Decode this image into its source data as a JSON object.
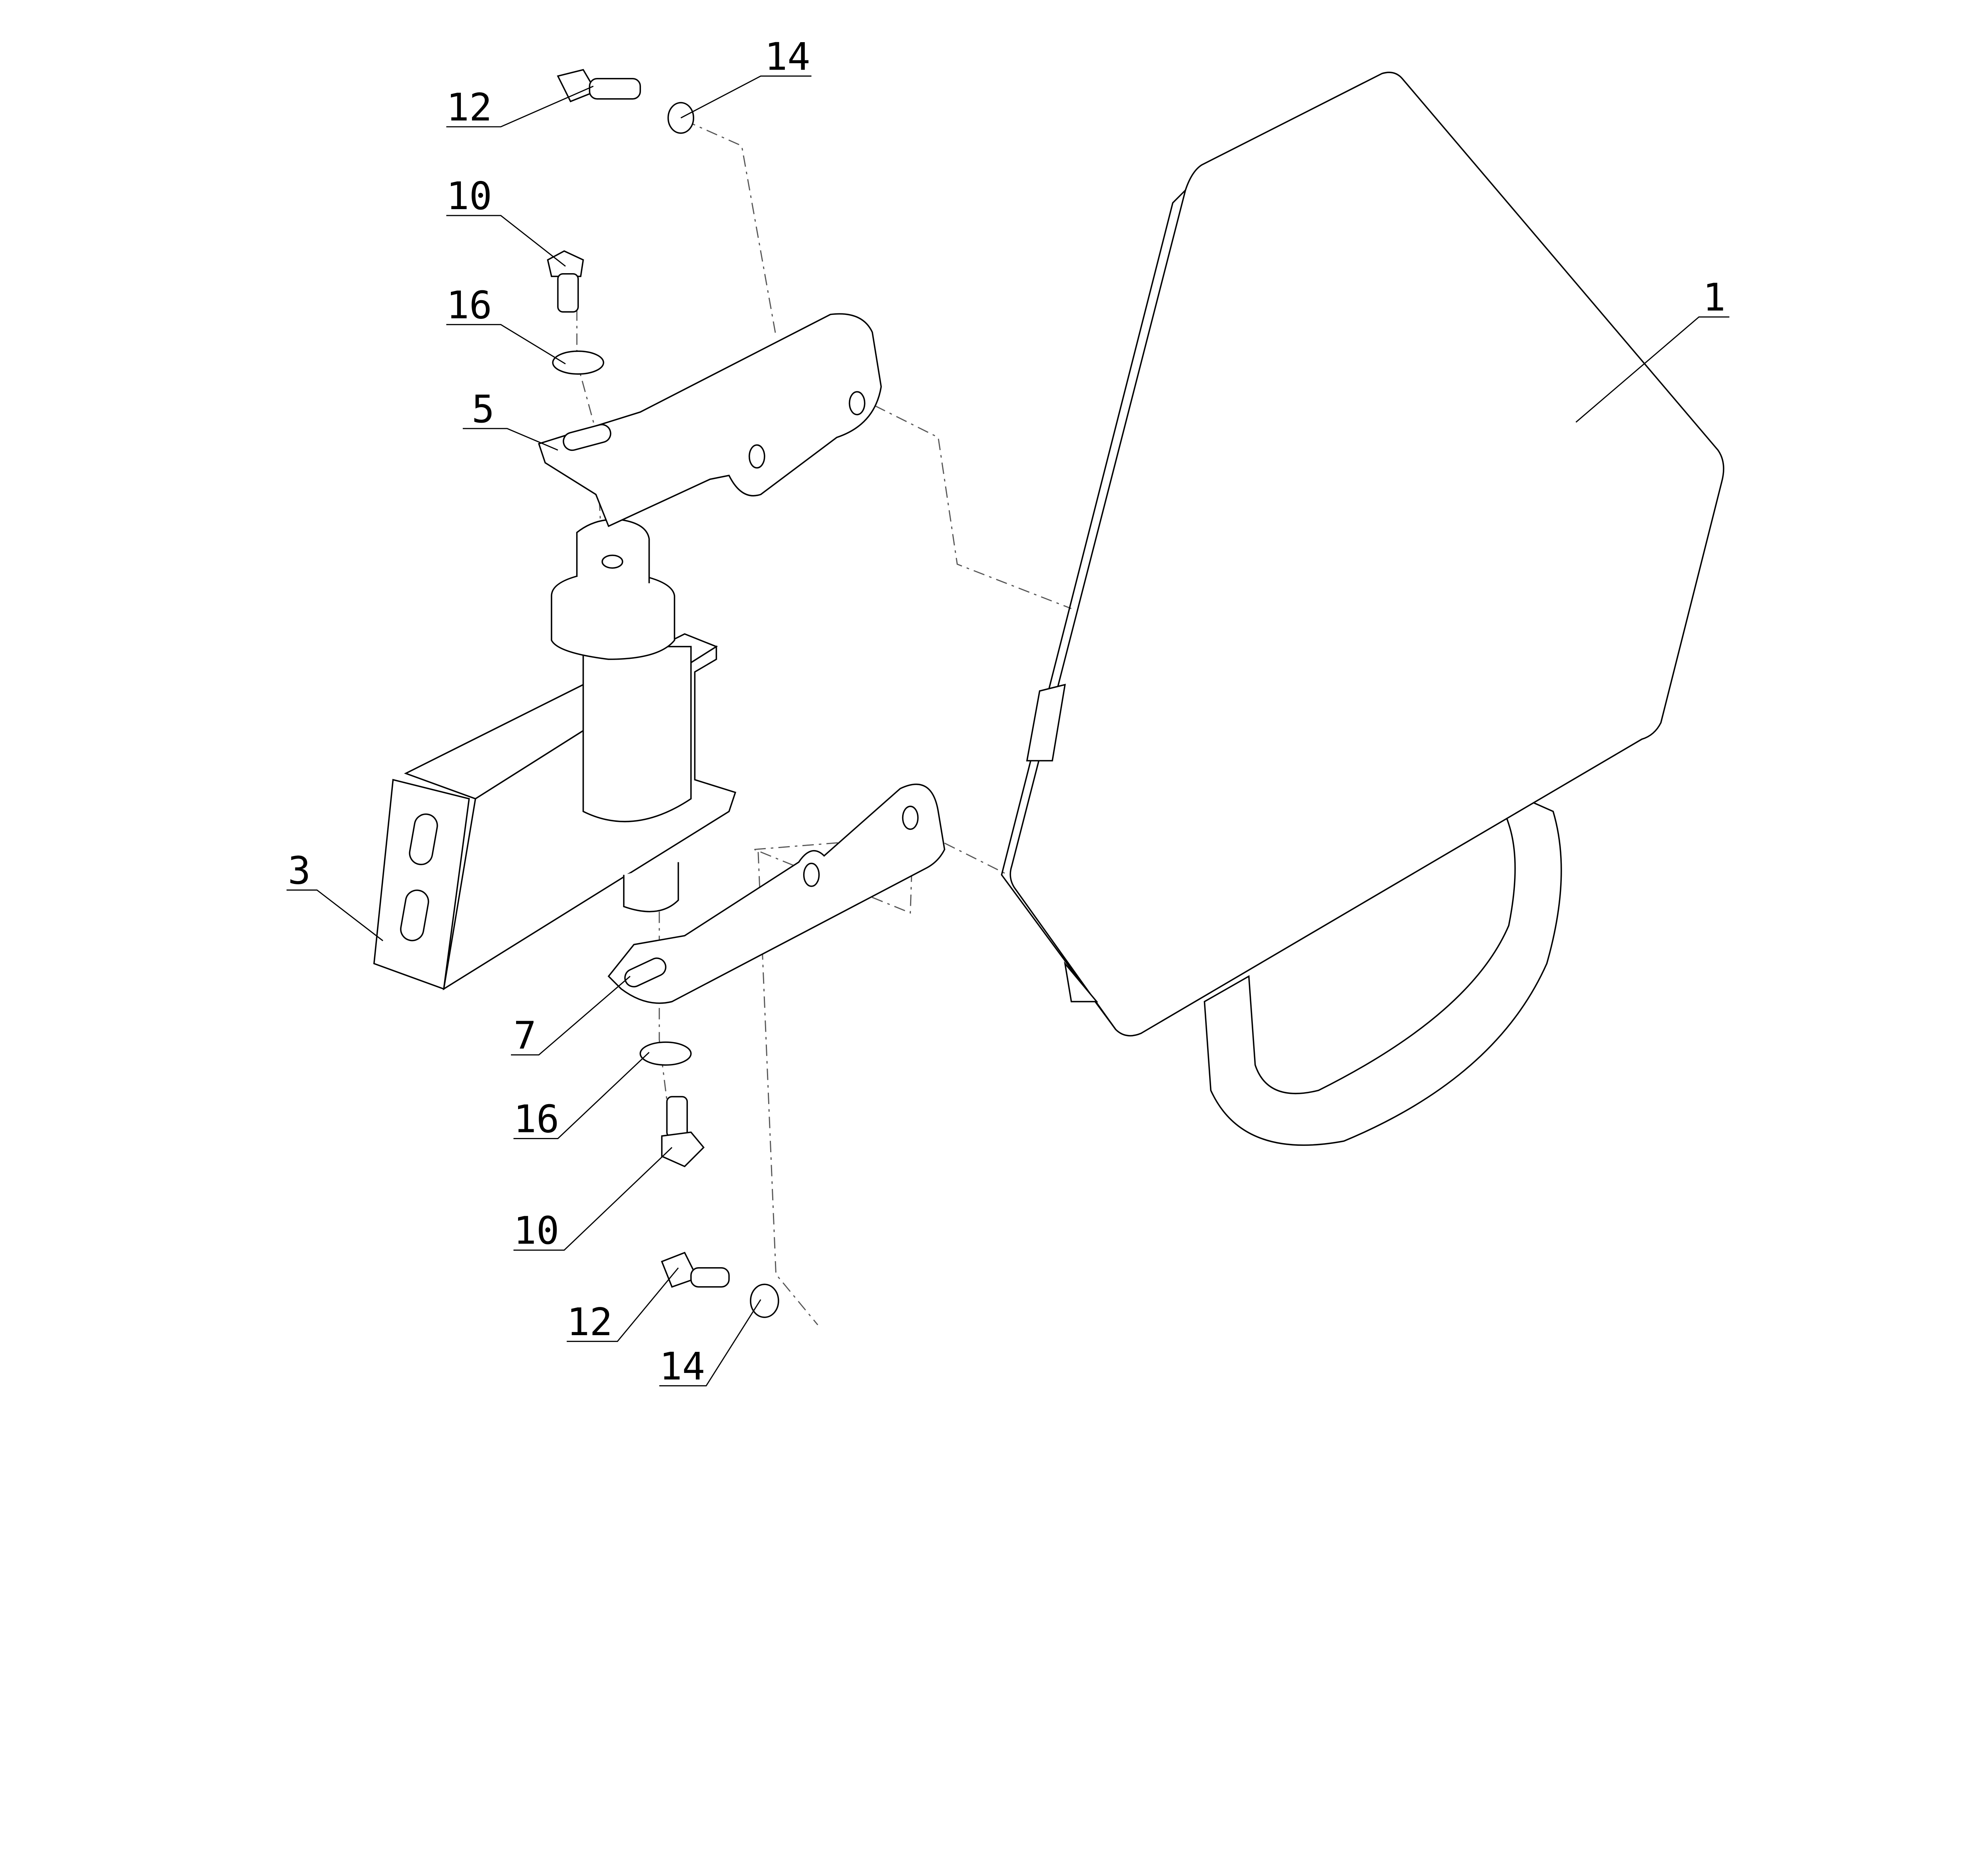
{
  "drawing": {
    "callouts": {
      "bolt_top_12": "12",
      "washer_top_14": "14",
      "bolt_top_10": "10",
      "washer_top_16": "16",
      "bracket_5": "5",
      "plate_1": "1",
      "mount_3": "3",
      "bracket_7": "7",
      "washer_bottom_16": "16",
      "bolt_bottom_10": "10",
      "bolt_bottom_12": "12",
      "washer_bottom_14": "14"
    }
  }
}
